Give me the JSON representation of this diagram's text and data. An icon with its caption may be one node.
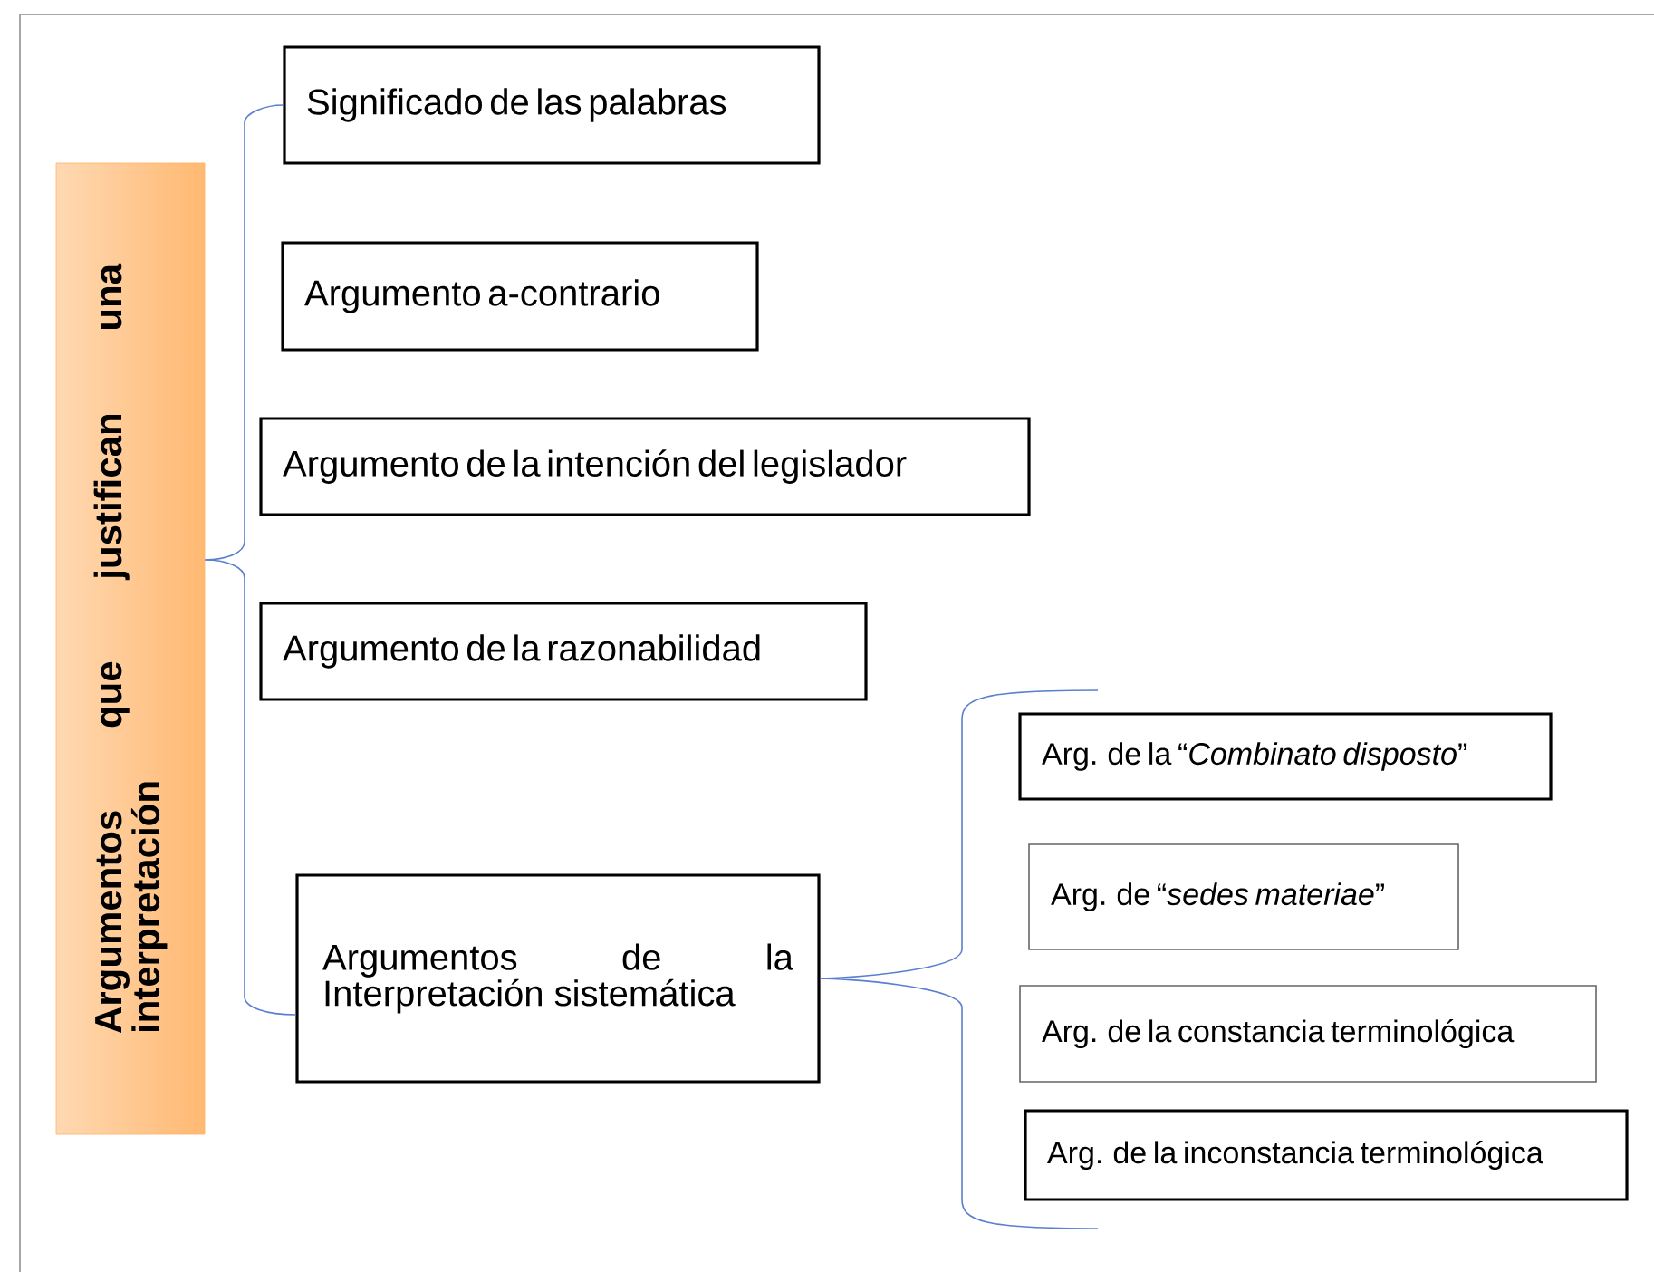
{
  "diagram": {
    "nodes": [
      {
        "text": [
          "Argumentos que justifican una interpretación"
        ]
      },
      {
        "text": [
          "Significado de las palabras"
        ]
      },
      {
        "text": [
          "Argumento a-contrario"
        ]
      },
      {
        "text": [
          "Argumento de la intención del legislador"
        ]
      },
      {
        "text": [
          "Argumento de la razonabilidad"
        ]
      },
      {
        "text": [
          "Argumentos de la Interpretación sistemática"
        ]
      },
      {
        "text": [
          "Arg. de la “*Combinato disposto*”"
        ]
      },
      {
        "text": [
          "Arg. de “*sedes materiae*”"
        ]
      },
      {
        "text": [
          "Arg. de la constancia terminológica"
        ]
      },
      {
        "text": [
          "Arg. de la inconstancia terminológica"
        ]
      }
    ],
    "edges": [
      {
        "from": 0,
        "to": 1,
        "arrow": "none"
      },
      {
        "from": 0,
        "to": 5,
        "arrow": "none"
      },
      {
        "from": 5,
        "to": null,
        "arrow": "none"
      },
      {
        "from": 5,
        "to": null,
        "arrow": "none"
      }
    ]
  }
}
